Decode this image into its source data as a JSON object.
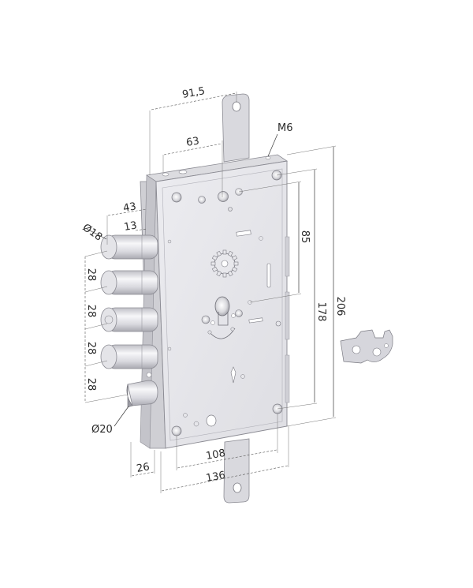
{
  "drawing": {
    "subject": "Multipoint mortise lock case with bolts, strikes and spare cam",
    "colors": {
      "background": "#ffffff",
      "case_face": "#e6e6ea",
      "case_side": "#cfcfd4",
      "case_top": "#dcdce0",
      "outline": "#8a8a92",
      "dimension": "#2a2a2a"
    }
  },
  "dimensions": {
    "top_width_outer": "91,5",
    "top_width_inner": "63",
    "thread": "M6",
    "bolt_depth": "43",
    "bolt_offset": "13",
    "bolt_diameter": "Ø18",
    "bolt_spacing_1": "28",
    "bolt_spacing_2": "28",
    "bolt_spacing_3": "28",
    "bolt_spacing_4": "28",
    "latch_diameter": "Ø20",
    "backset_inner": "85",
    "height_inner": "178",
    "height_outer": "206",
    "bottom_offset": "26",
    "bottom_width_inner": "108",
    "bottom_width_outer": "136"
  },
  "components": {
    "bolts": [
      "bolt-1",
      "bolt-2",
      "bolt-3",
      "bolt-4"
    ],
    "latch": "latch",
    "top_strike": "top-strike",
    "bottom_strike": "bottom-strike",
    "gear": "gear-wheel",
    "cylinder_hole": "cylinder-hole",
    "spare_part": "cam-part"
  }
}
